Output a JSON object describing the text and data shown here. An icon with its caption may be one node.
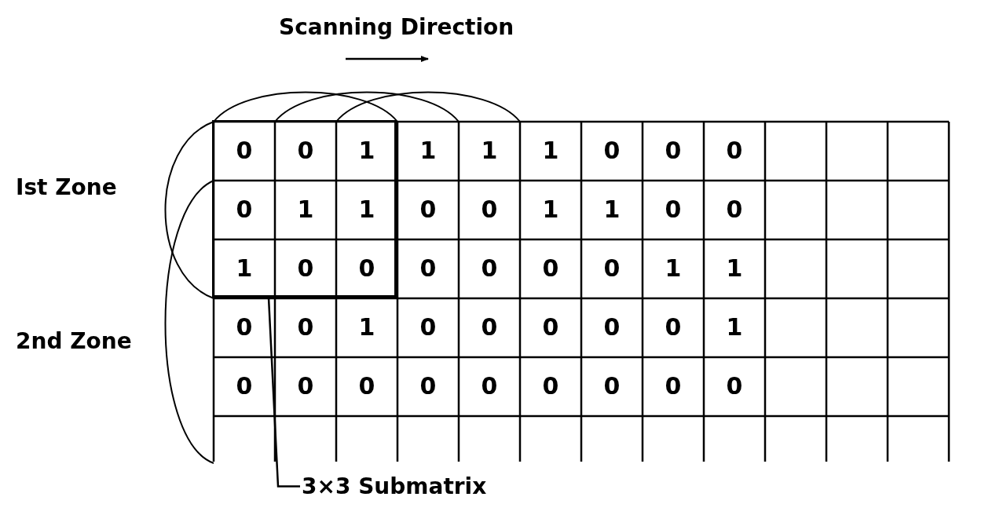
{
  "diagram": {
    "nodes": [
      {
        "text": [],
        "shape": "box"
      },
      {
        "text": [
          "3×3 Submatrix"
        ]
      }
    ],
    "edges": [
      {
        "from": 1,
        "to": 0,
        "arrow": "none"
      }
    ],
    "labels": [
      "Scanning Direction",
      "Ist Zone",
      "2nd Zone",
      "0",
      "0",
      "1",
      "1",
      "1",
      "1",
      "0",
      "0",
      "0",
      "0",
      "1",
      "1",
      "0",
      "0",
      "1",
      "1",
      "0",
      "0",
      "1",
      "0",
      "0",
      "0",
      "0",
      "0",
      "0",
      "1",
      "1",
      "0",
      "0",
      "1",
      "0",
      "0",
      "0",
      "0",
      "0",
      "1",
      "0",
      "0",
      "0",
      "0",
      "0",
      "0",
      "0",
      "0",
      "0"
    ]
  }
}
